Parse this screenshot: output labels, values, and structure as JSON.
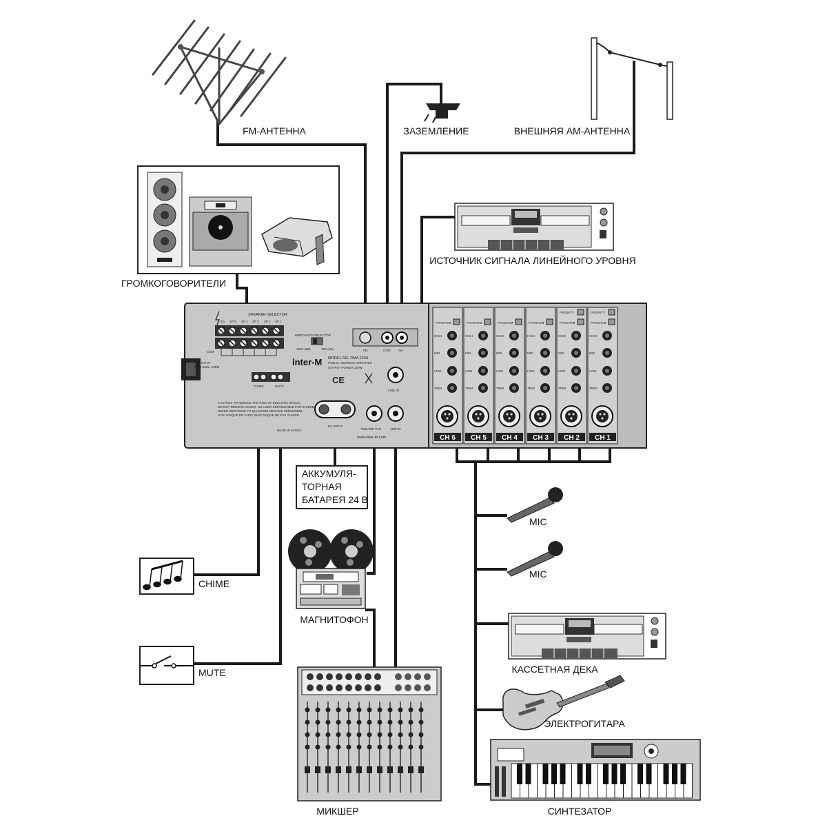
{
  "labels": {
    "fm_antenna": "FM-АНТЕННА",
    "ground": "ЗАЗЕМЛЕНИЕ",
    "am_antenna": "ВНЕШНЯЯ АМ-АНТЕННА",
    "line_source": "ИСТОЧНИК СИГНАЛА ЛИНЕЙНОГО УРОВНЯ",
    "speakers": "ГРОМКОГОВОРИТЕЛИ",
    "battery_l1": "АККУМУЛЯ-",
    "battery_l2": "ТОРНАЯ",
    "battery_l3": "БАТАРЕЯ 24 В",
    "mic1": "MIC",
    "mic2": "MIC",
    "chime": "CHIME",
    "tape_recorder": "МАГНИТОФОН",
    "cassette_deck": "КАССЕТНАЯ ДЕКА",
    "guitar": "ЭЛЕКТРОГИТАРА",
    "mute": "MUTE",
    "mixer": "МИКШЕР",
    "synth": "СИНТЕЗАТОР"
  },
  "panel": {
    "speaker_selector": "SPEAKER SELECTOR",
    "sp_labels": [
      "4Ω",
      "SP 5",
      "SP 4",
      "SP 3",
      "SP 2",
      "SP 1"
    ],
    "com": "COM",
    "impedance": "IMPEDANCE SELECTOR",
    "imp_100": "100V (8Ω)",
    "imp_70": "70V (4Ω)",
    "brand": "inter-M",
    "model": "MODEL NO. PAM-120A",
    "model_desc": "PUBLIC ADDRESS AMPLIFIER",
    "output_power": "OUTPUT POWER 120W",
    "ac_input": "~AC INPUT",
    "ac_input_2": "230V 50Hz, 135W",
    "fm": "FM",
    "com_term": "COM",
    "am": "AM",
    "link_in": "LINK IN",
    "chime": "CHIME",
    "mute": "MUTE",
    "dc_input": "DC INPUT",
    "preamp_out": "PREAMP OUT",
    "amp_in": "AMP IN",
    "website": "www.inter-m.com",
    "made_in": "MADE IN KOREA",
    "caution": "CAUTION: TO REDUCE THE RISK OF ELECTRIC SHOCK,",
    "caution_2": "DO NOT REMOVE COVER. NO USER SERVICEABLE PARTS INSIDE.",
    "caution_3": "REFER SERVICING TO QUALIFIED SERVICE PERSONNEL.",
    "avis": "AVIS: RISQUE DE CHOC ELECTRIQUE NE PAS OUVRIR.",
    "phantom": "PHANTOM",
    "priority": "PRIORITY",
    "high": "HIGH",
    "mid": "MID",
    "low": "LOW",
    "trim": "TRIM",
    "channels": [
      "CH 6",
      "CH 5",
      "CH 4",
      "CH 3",
      "CH 2",
      "CH 1"
    ]
  }
}
